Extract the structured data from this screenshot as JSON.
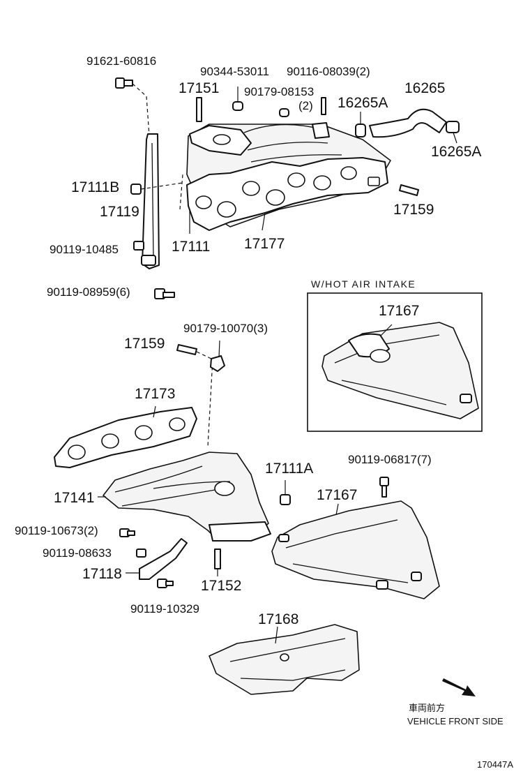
{
  "parts": {
    "p91621_60816": "91621-60816",
    "p90344_53011": "90344-53011",
    "p90116_08039": "90116-08039(2)",
    "p17151": "17151",
    "p90179_08153": "90179-08153",
    "p90179_08153_qty": "(2)",
    "p16265": "16265",
    "p16265A_top": "16265A",
    "p16265A_bottom": "16265A",
    "p17111B": "17111B",
    "p17119": "17119",
    "p17159_top": "17159",
    "p90119_10485": "90119-10485",
    "p17111": "17111",
    "p17177": "17177",
    "p90119_08959": "90119-08959(6)",
    "p90179_10070": "90179-10070(3)",
    "p17159_mid": "17159",
    "p17173": "17173",
    "p17167_hot": "17167",
    "p90119_06817": "90119-06817(7)",
    "p17111A": "17111A",
    "p17167": "17167",
    "p17141": "17141",
    "p90119_10673": "90119-10673(2)",
    "p90119_08633": "90119-08633",
    "p17118": "17118",
    "p17152": "17152",
    "p90119_10329": "90119-10329",
    "p17168": "17168"
  },
  "inset_caption": "W/HOT AIR INTAKE",
  "direction": {
    "jp": "車両前方",
    "en": "VEHICLE FRONT SIDE"
  },
  "figure_code": "170447A"
}
